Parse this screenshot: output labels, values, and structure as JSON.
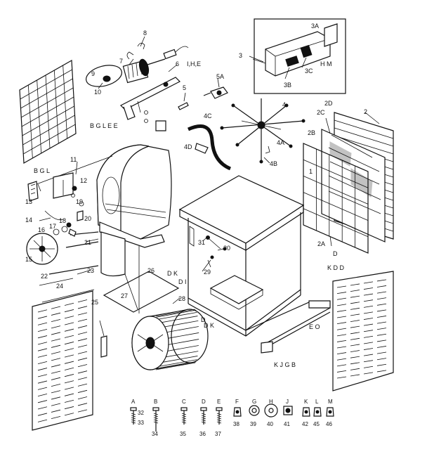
{
  "diagram": {
    "labels": {
      "l1": "1",
      "l2": "2",
      "l2a": "2A",
      "l2b": "2B",
      "l2c": "2C",
      "l2d": "2D",
      "l3": "3",
      "l3a": "3A",
      "l3b": "3B",
      "l3c": "3C",
      "l4": "4",
      "l4a": "4A",
      "l4b": "4B",
      "l4c": "4C",
      "l4d": "4D",
      "l5": "5",
      "l5a": "5A",
      "l6": "6",
      "l7": "7",
      "l8": "8",
      "l9": "9",
      "l10": "10",
      "l11": "11",
      "l12": "12",
      "l13": "13",
      "l14": "14",
      "l15": "15",
      "l16": "16",
      "l17": "17",
      "l18": "18",
      "l19": "19",
      "l20": "20",
      "l21": "21",
      "l22": "22",
      "l23": "23",
      "l24": "24",
      "l25": "25",
      "l26": "26",
      "l27": "27",
      "l28": "28",
      "l29": "29",
      "l30": "30",
      "l31": "31",
      "codes_top_right": "H  M",
      "code_ihe": "I,H,E",
      "code_bge": "B G L  E E",
      "code_bgl": "B G L",
      "code_dk": "D K",
      "code_dk2": "D K",
      "code_di": "D I",
      "code_d": "D",
      "code_kdd": "K D D",
      "code_eo": "E O",
      "code_kjgb": "K J G B",
      "code_d2": "D"
    },
    "hardware": [
      {
        "letter": "A",
        "numbers": [
          "32",
          "33"
        ]
      },
      {
        "letter": "B",
        "numbers": [
          "34"
        ]
      },
      {
        "letter": "C",
        "numbers": [
          "35"
        ]
      },
      {
        "letter": "D",
        "numbers": [
          "36"
        ]
      },
      {
        "letter": "E",
        "numbers": [
          "37"
        ]
      },
      {
        "letter": "F",
        "numbers": [
          "38"
        ]
      },
      {
        "letter": "G",
        "numbers": [
          "39"
        ]
      },
      {
        "letter": "H",
        "numbers": [
          "40"
        ]
      },
      {
        "letter": "J",
        "numbers": [
          "41"
        ]
      },
      {
        "letter": "K",
        "numbers": [
          "42"
        ]
      },
      {
        "letter": "L",
        "numbers": [
          "45"
        ]
      },
      {
        "letter": "M",
        "numbers": [
          "46"
        ]
      }
    ]
  }
}
